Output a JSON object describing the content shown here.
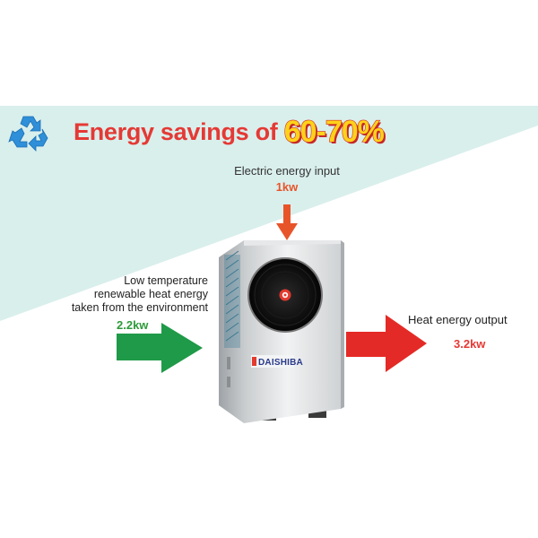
{
  "headline": {
    "text": "Energy savings of ",
    "highlight": "60-70%"
  },
  "electric_input": {
    "label": "Electric energy input",
    "value": "1kw"
  },
  "environment_input": {
    "label_lines": [
      "Low temperature",
      "renewable heat energy",
      "taken from the environment"
    ],
    "value": "2.2kw"
  },
  "heat_output": {
    "label": "Heat energy output",
    "value": "3.2kw"
  },
  "product": {
    "brand": "DAISHIBA"
  },
  "icons": {
    "badge": "recycle-icon"
  },
  "colors": {
    "band": "#d9efec",
    "headline_red": "#e53935",
    "highlight_yellow": "#ffd21a",
    "arrow_green": "#1f9a48",
    "arrow_red": "#e42a26",
    "arrow_orange": "#e8542a",
    "recycle_blue": "#2f8fd8"
  }
}
